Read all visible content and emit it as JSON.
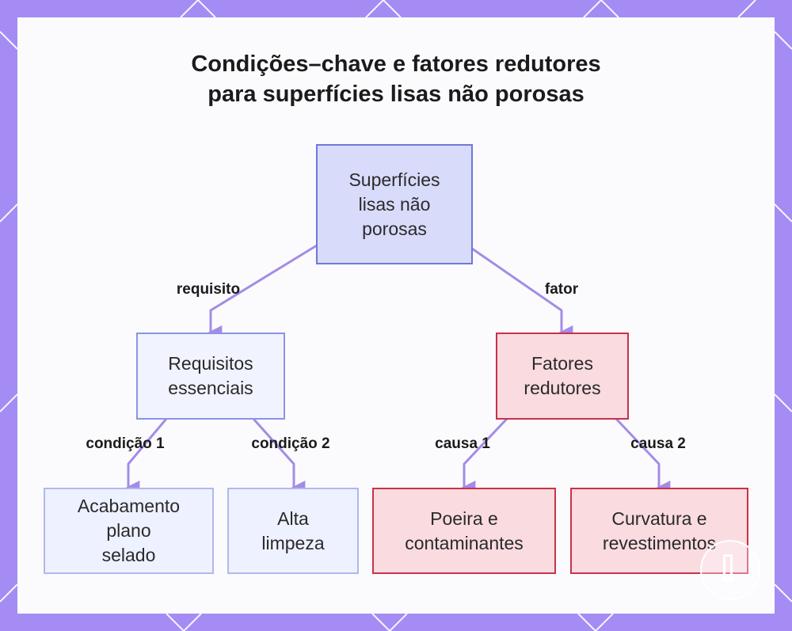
{
  "title": {
    "line1": "Condições–chave e fatores redutores",
    "line2": "para superfícies lisas não porosas"
  },
  "nodes": {
    "root": [
      "Superfícies",
      "lisas não",
      "porosas"
    ],
    "requirements": [
      "Requisitos",
      "essenciais"
    ],
    "reducers": [
      "Fatores",
      "redutores"
    ],
    "finish": [
      "Acabamento",
      "plano",
      "selado"
    ],
    "cleanliness": [
      "Alta",
      "limpeza"
    ],
    "dust": [
      "Poeira e",
      "contaminantes"
    ],
    "curvature": [
      "Curvatura e",
      "revestimentos"
    ]
  },
  "edges": {
    "requisito": "requisito",
    "fator": "fator",
    "condicao1": "condição 1",
    "condicao2": "condição 2",
    "causa1": "causa 1",
    "causa2": "causa 2"
  },
  "colors": {
    "frame": "#a48cf4",
    "edge": "#a48ce6",
    "blue_border": "#6f78d8",
    "red_border": "#c8324a"
  }
}
